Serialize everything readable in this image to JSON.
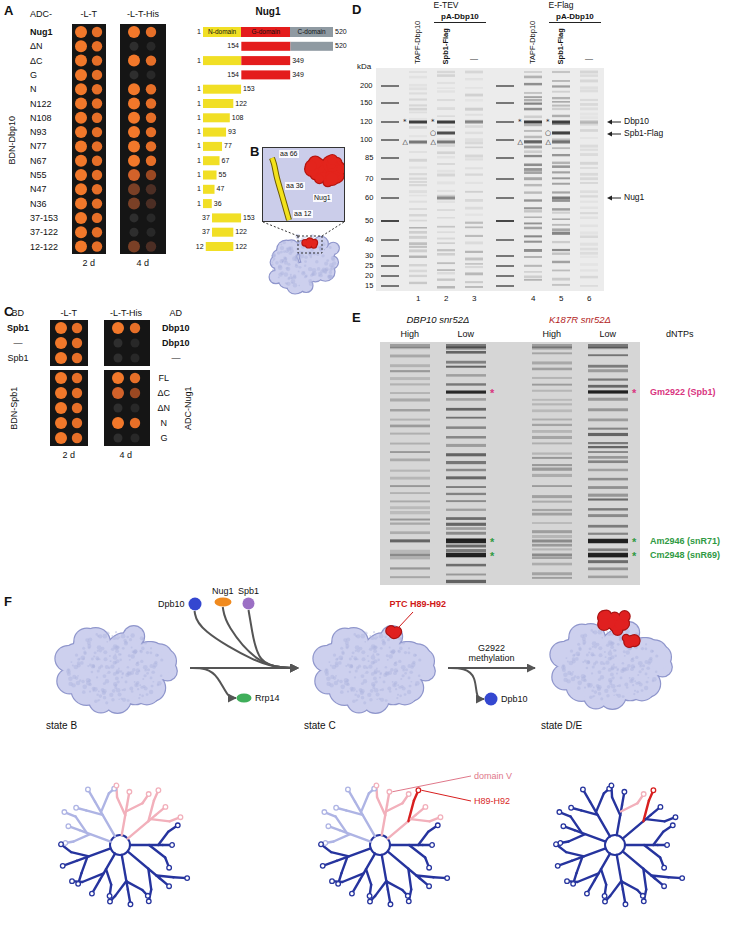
{
  "diagram": {
    "nodes": [
      {
        "text": [
          "N-domain"
        ]
      },
      {
        "text": [
          "G-domain"
        ]
      },
      {
        "text": [
          "C-domain"
        ]
      },
      {
        "text": [
          "aa 66",
          "aa 36",
          "Nug1",
          "aa 12"
        ]
      },
      {
        "text": [
          "state B"
        ]
      },
      {
        "text": [
          "Dpb10"
        ]
      },
      {
        "text": [
          "Nug1"
        ]
      },
      {
        "text": [
          "Spb1"
        ]
      },
      {
        "text": [
          "Rrp14"
        ]
      },
      {
        "text": [
          "state C"
        ]
      },
      {
        "text": [
          "Dpb10"
        ]
      },
      {
        "text": [
          "state D/E"
        ]
      }
    ],
    "edges": [
      {
        "from": 4,
        "to": 9,
        "arrow": "to"
      },
      {
        "from": 5,
        "to": 9,
        "arrow": "to"
      },
      {
        "from": 6,
        "to": 9,
        "arrow": "to"
      },
      {
        "from": 7,
        "to": 9,
        "arrow": "to"
      },
      {
        "from": 4,
        "to": 8,
        "arrow": "to"
      },
      {
        "from": 9,
        "to": 11,
        "arrow": "to",
        "label": "G2922 methylation"
      },
      {
        "from": 9,
        "to": 10,
        "arrow": "to"
      }
    ],
    "labels": [
      "A",
      "ADC-",
      "-L-T",
      "-L-T-His",
      "Nug1",
      "Nug1",
      "ΔN",
      "ΔC",
      "G",
      "N",
      "N122",
      "N108",
      "N93",
      "N77",
      "N67",
      "N55",
      "N47",
      "N36",
      "37-153",
      "37-122",
      "12-122",
      "BDN-Dbp10",
      "2 d",
      "4 d",
      "1",
      "520",
      "154",
      "520",
      "1",
      "349",
      "154",
      "349",
      "1",
      "153",
      "1",
      "122",
      "1",
      "108",
      "1",
      "93",
      "1",
      "77",
      "1",
      "67",
      "1",
      "55",
      "1",
      "47",
      "1",
      "36",
      "37",
      "153",
      "37",
      "122",
      "12",
      "122",
      "B",
      "C",
      "BD",
      "-L-T",
      "-L-T-His",
      "AD",
      "Spb1",
      "Dbp10",
      "—",
      "Dbp10",
      "Spb1",
      "—",
      "BDN-Spb1",
      "ADC-Nug1",
      "FL",
      "ΔC",
      "ΔN",
      "N",
      "G",
      "2 d",
      "4 d",
      "D",
      "E-TEV",
      "E-Flag",
      "pA-Dbp10",
      "pA-Dbp10",
      "TAPF-Dbp10",
      "Spb1-Flag",
      "—",
      "TAPF-Dbp10",
      "Spb1-Flag",
      "—",
      "kDa",
      "200",
      "150",
      "120",
      "100",
      "85",
      "70",
      "60",
      "50",
      "40",
      "30",
      "25",
      "20",
      "15",
      "Dbp10",
      "Spb1-Flag",
      "Nug1",
      "1",
      "2",
      "3",
      "4",
      "5",
      "6",
      "*",
      "△",
      "*",
      "○",
      "△",
      "*",
      "△",
      "*",
      "○",
      "△",
      "E",
      "DBP10 snr52Δ",
      "K187R snr52Δ",
      "High",
      "Low",
      "High",
      "Low",
      "dNTPs",
      "Gm2922 (Spb1)",
      "Am2946 (snR71)",
      "Cm2948 (snR69)",
      "*",
      "*",
      "*",
      "*",
      "*",
      "*",
      "F",
      "PTC H89-H92",
      "domain V",
      "H89-H92"
    ]
  }
}
